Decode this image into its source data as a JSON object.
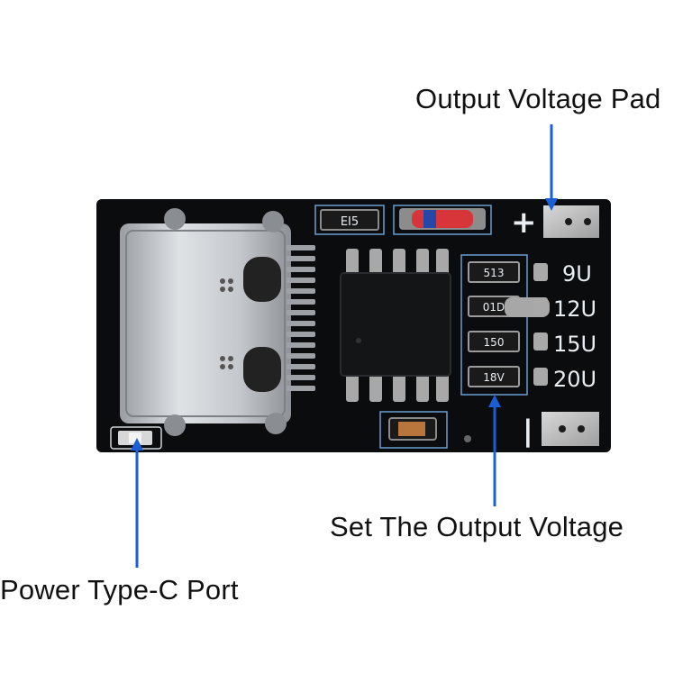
{
  "labels": {
    "output_pad": "Output Voltage Pad",
    "set_voltage": "Set The Output Voltage",
    "type_c_port": "Power Type-C Port"
  },
  "board": {
    "plus_sign": "+",
    "minus_sign": "|",
    "voltages": [
      "9U",
      "12U",
      "15U",
      "20U"
    ],
    "resistor_codes": [
      "513",
      "01D",
      "150",
      "18V"
    ],
    "top_component_code": "EI5"
  },
  "colors": {
    "pcb": "#0b0c0e",
    "arrow": "#1a5fd6",
    "silkscreen": "#e8eef2",
    "copper_pad": "#b9b9b9"
  }
}
